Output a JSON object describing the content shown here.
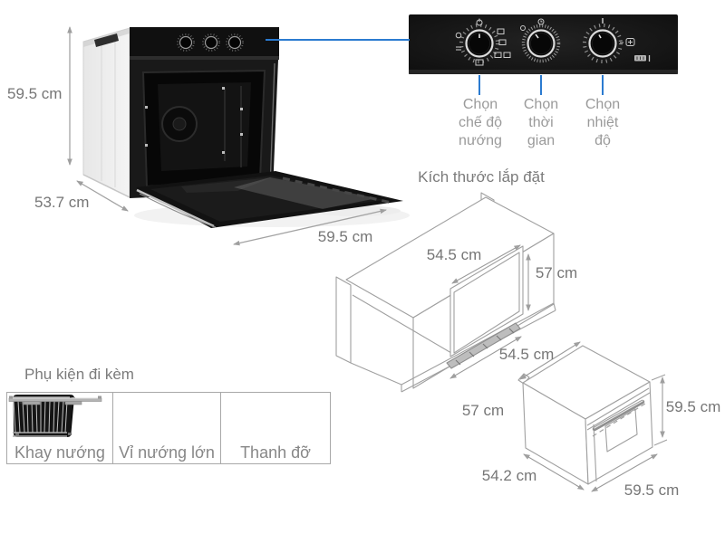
{
  "colors": {
    "accent_blue": "#2b7bd0",
    "line_gray": "#9a9a9a",
    "text_gray": "#767676",
    "panel_black": "#141414"
  },
  "product": {
    "dims": {
      "height": "59.5 cm",
      "depth": "53.7 cm",
      "width": "59.5 cm"
    }
  },
  "control_panel": {
    "icons": [
      "power-icon",
      "oven-mode-icons",
      "timer-dial-icon",
      "temperature-dial-icon",
      "display-icon"
    ],
    "labels": [
      {
        "l1": "Chọn",
        "l2": "chế độ",
        "l3": "nướng"
      },
      {
        "l1": "Chọn",
        "l2": "thời",
        "l3": "gian"
      },
      {
        "l1": "Chọn",
        "l2": "nhiệt",
        "l3": "độ"
      }
    ]
  },
  "installation": {
    "title": "Kích thước lắp đặt",
    "niche": {
      "width_top": "54.5 cm",
      "opening_height": "57 cm",
      "width_bottom": "54.5 cm"
    },
    "oven": {
      "depth": "57 cm",
      "height": "59.5 cm",
      "base_depth": "54.2 cm",
      "width": "59.5 cm"
    }
  },
  "accessories": {
    "title": "Phụ kiện đi kèm",
    "items": [
      {
        "label": "Khay nướng"
      },
      {
        "label": "Vỉ nướng lớn"
      },
      {
        "label": "Thanh đỡ"
      }
    ]
  }
}
